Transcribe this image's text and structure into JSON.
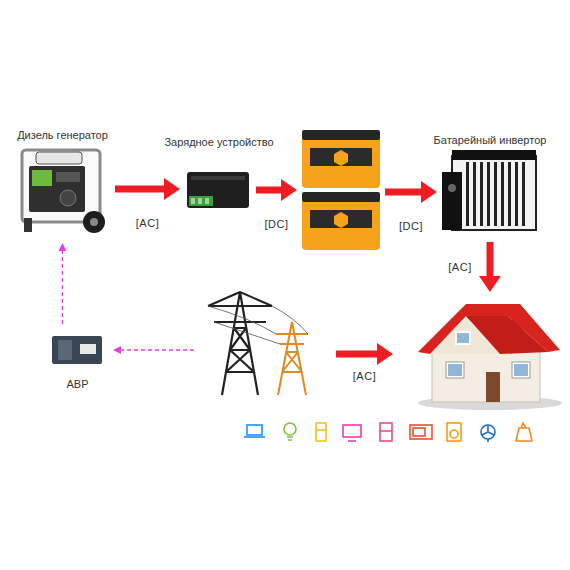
{
  "diagram": {
    "nodes": [
      {
        "text": [
          "Дизель генератор"
        ]
      },
      {
        "text": [
          "Зарядное устройство"
        ]
      },
      {},
      {
        "text": [
          "Батарейный инвертор"
        ]
      },
      {
        "text": [
          "АВР"
        ]
      },
      {},
      {}
    ],
    "edges": [
      {
        "from": 0,
        "to": 1,
        "arrow": "to",
        "label": "[AC]"
      },
      {
        "from": 1,
        "to": 2,
        "arrow": "to",
        "label": "[DC]"
      },
      {
        "from": 2,
        "to": 3,
        "arrow": "to",
        "label": "[DC]"
      },
      {
        "from": 3,
        "to": 6,
        "arrow": "to",
        "label": "[AC]"
      },
      {
        "from": 5,
        "to": 6,
        "arrow": "to",
        "label": "[AC]"
      },
      {
        "from": 5,
        "to": 4,
        "arrow": "to"
      },
      {
        "from": 4,
        "to": 0,
        "arrow": "to"
      }
    ]
  }
}
